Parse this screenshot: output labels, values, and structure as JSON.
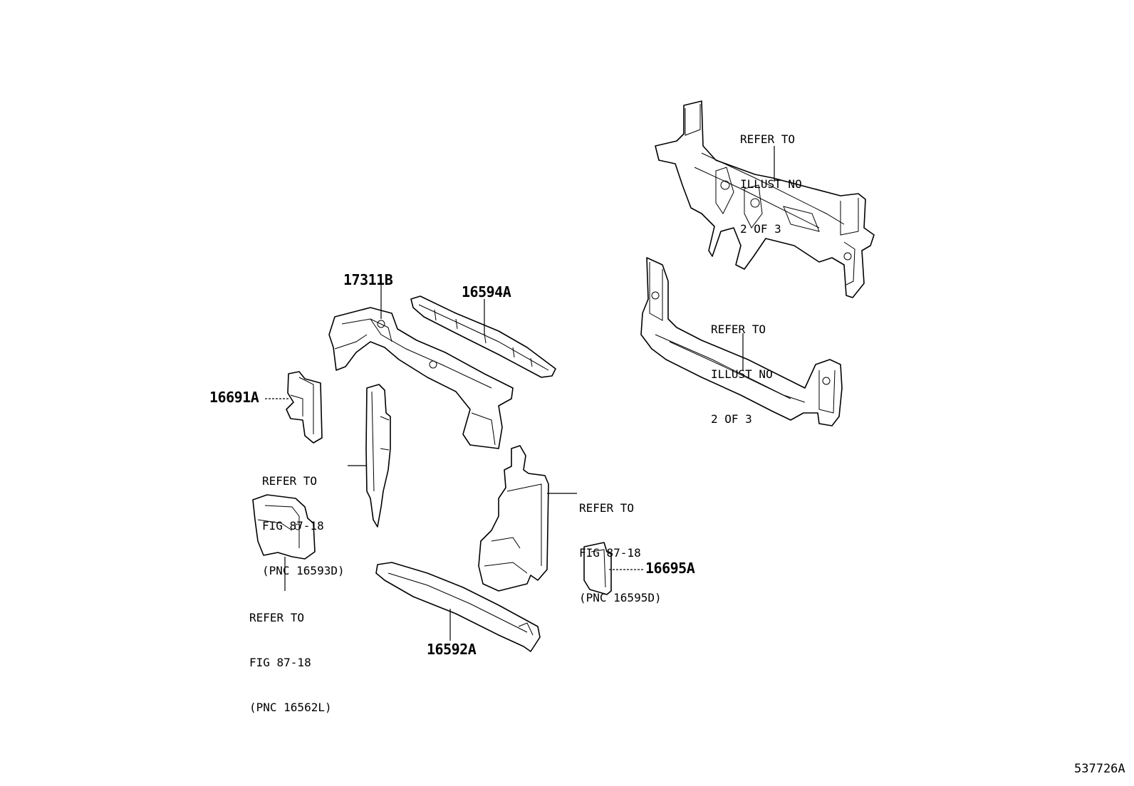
{
  "diagram": {
    "part_labels": {
      "p17311B": "17311B",
      "p16594A": "16594A",
      "p16691A": "16691A",
      "p16695A": "16695A",
      "p16592A": "16592A"
    },
    "references": {
      "upper_frame": [
        "REFER TO",
        "ILLUST NO",
        "2 OF 3"
      ],
      "lower_frame": [
        "REFER TO",
        "ILLUST NO",
        "2 OF 3"
      ],
      "left_side_bracket": [
        "REFER TO",
        "FIG 87-18",
        "(PNC 16593D)"
      ],
      "right_side_seal": [
        "REFER TO",
        "FIG 87-18",
        "(PNC 16595D)"
      ],
      "lower_left_duct": [
        "REFER TO",
        "FIG 87-18",
        "(PNC 16562L)"
      ]
    },
    "illustration_id": "537726A"
  }
}
